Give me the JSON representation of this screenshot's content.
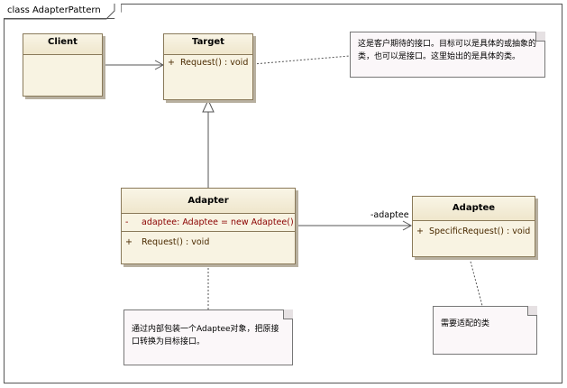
{
  "frame": {
    "title": "class AdapterPattern"
  },
  "classes": {
    "client": {
      "name": "Client"
    },
    "target": {
      "name": "Target",
      "operation_vis": "+",
      "operation": "Request() : void"
    },
    "adapter": {
      "name": "Adapter",
      "attribute_vis": "-",
      "attribute": "adaptee:  Adaptee = new Adaptee()",
      "operation_vis": "+",
      "operation": "Request() : void"
    },
    "adaptee": {
      "name": "Adaptee",
      "operation_vis": "+",
      "operation": "SpecificRequest() : void"
    }
  },
  "notes": {
    "target_note": "这是客户期待的接口。目标可以是具体的或抽象的类，也可以是接口。这里始出的是具体的类。",
    "adapter_note": "通过内部包装一个Adaptee对象，把原接口转换为目标接口。",
    "adaptee_note": "需要适配的类"
  },
  "associations": {
    "adaptee_role": "-adaptee"
  },
  "colors": {
    "class_fill": "#f8f3e2",
    "class_border": "#8a7a5a",
    "note_fill": "#fbf7f9"
  }
}
